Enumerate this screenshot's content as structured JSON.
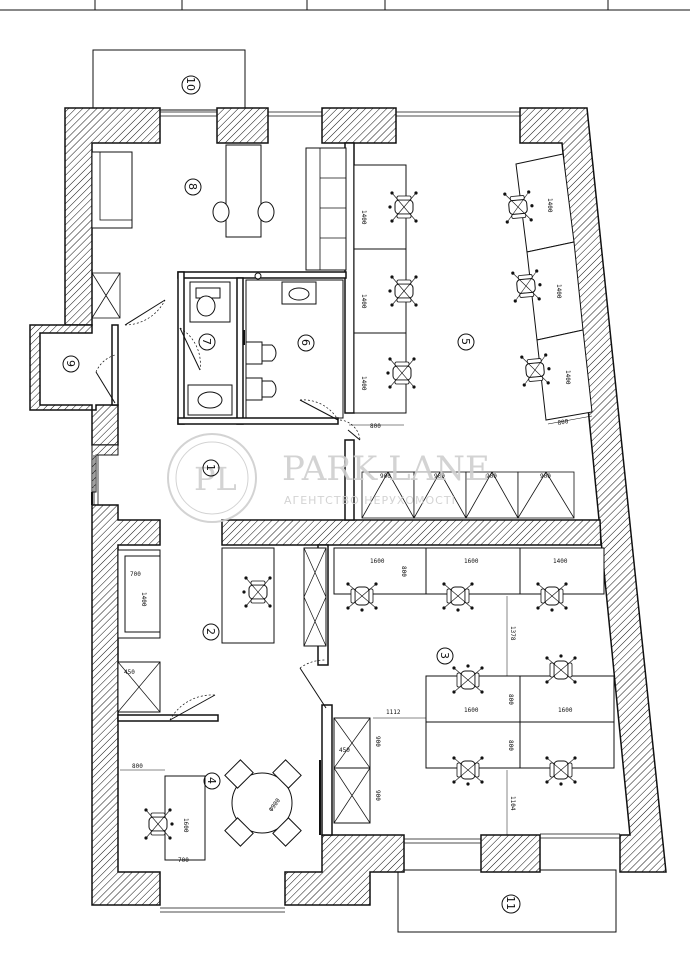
{
  "watermark": {
    "brand": "PARK LANE",
    "tagline": "АГЕНТСТВО НЕРУХОМОСТІ",
    "monogram": "PL"
  },
  "colors": {
    "line": "#111111",
    "wall_hatch": "#111111",
    "watermark": "#cfcfcf",
    "background": "#ffffff"
  },
  "rooms": {
    "r1": "1",
    "r2": "2",
    "r3": "3",
    "r4": "4",
    "r5": "5",
    "r6": "6",
    "r7": "7",
    "r8": "8",
    "r9": "9",
    "r10": "10",
    "r11": "11"
  },
  "dimensions": {
    "r5_desk_left_1": "1400",
    "r5_desk_left_2": "1400",
    "r5_desk_left_3": "1400",
    "r5_desk_right_1": "1400",
    "r5_desk_right_2": "1400",
    "r5_desk_right_3": "1400",
    "r5_width_left": "800",
    "r5_width_right": "800",
    "r5_cab_1": "900",
    "r5_cab_2": "900",
    "r5_cab_3": "900",
    "r5_cab_4": "900",
    "r2_sofa_w": "700",
    "r2_sofa_l": "1400",
    "r2_cab_w": "450",
    "r3_top_desk_1": "1600",
    "r3_top_desk_2": "1600",
    "r3_top_desk_3": "1400",
    "r3_top_desk_depth": "800",
    "r3_span_v": "1378",
    "r3_left_gap": "1112",
    "r3_desk_a": "1600",
    "r3_desk_b": "1600",
    "r3_desk_depth_1": "800",
    "r3_desk_depth_2": "800",
    "r3_span_bottom": "1104",
    "r3_cab_depth": "450",
    "r3_cab_1": "900",
    "r3_cab_2": "900",
    "r4_width": "800",
    "r4_desk_l": "1600",
    "r4_desk_w": "700",
    "r4_table": "Ф900"
  }
}
